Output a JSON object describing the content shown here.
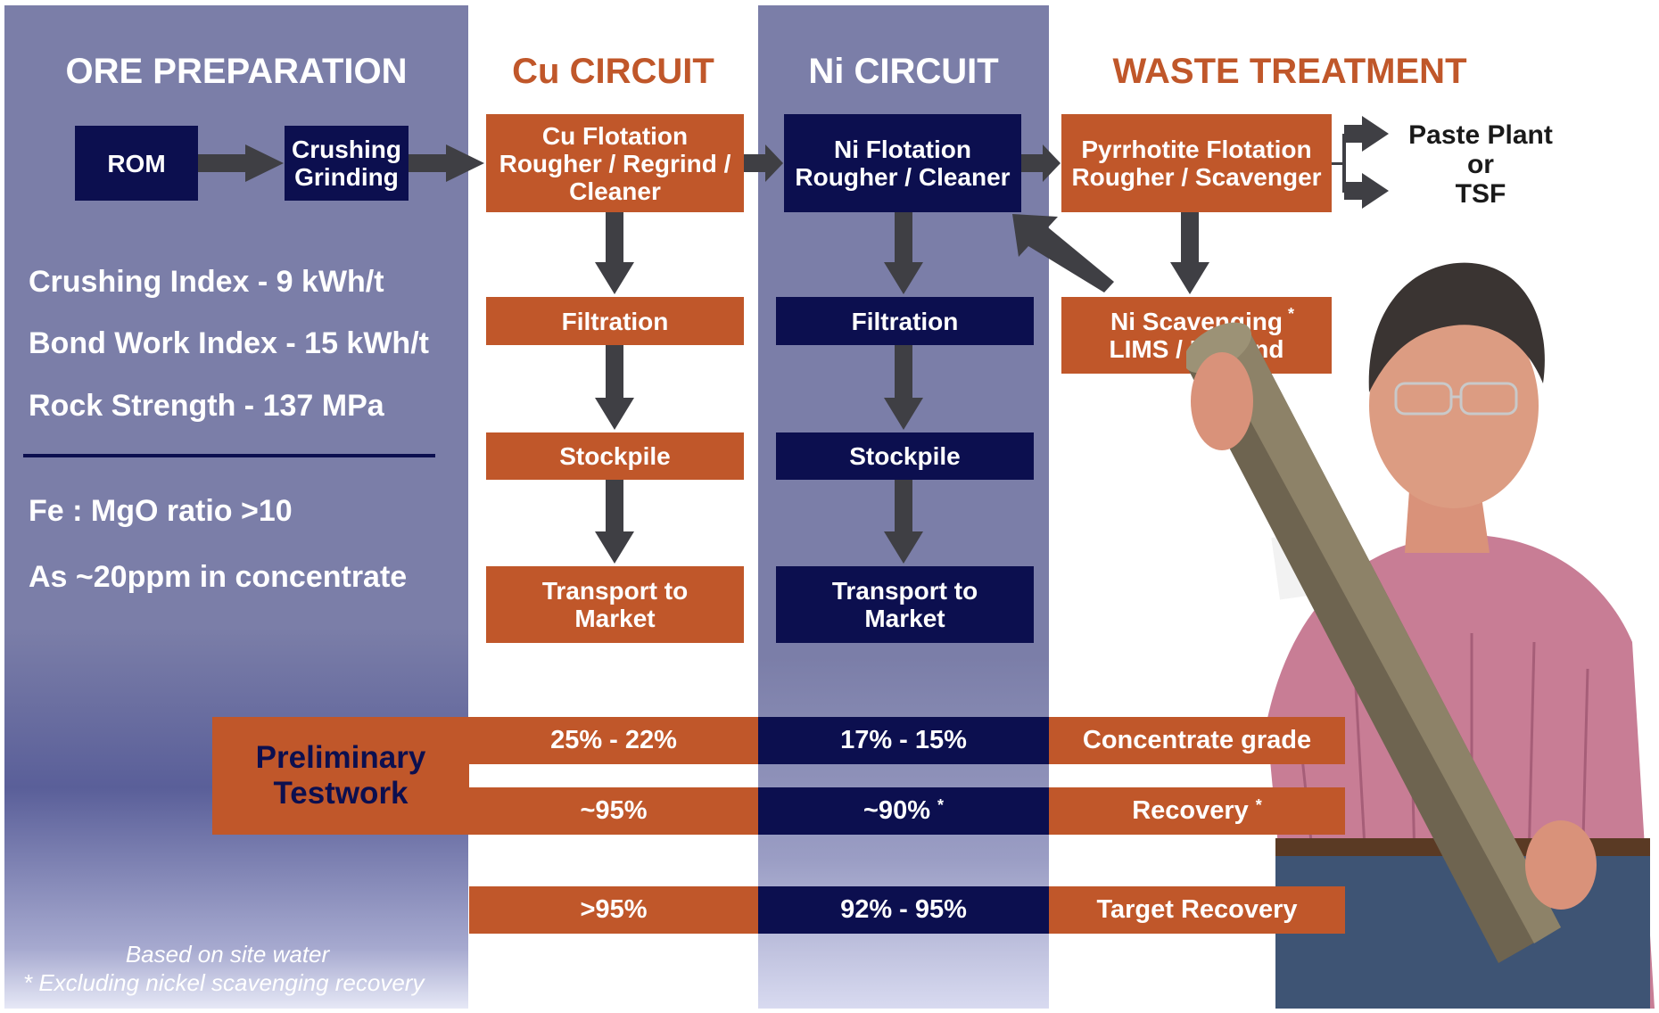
{
  "colors": {
    "orange": "#c0572a",
    "navy": "#0c0f4f",
    "lavender": "#7b7ea8",
    "white": "#ffffff"
  },
  "headers": {
    "ore": "ORE PREPARATION",
    "cu": "Cu CIRCUIT",
    "ni": "Ni CIRCUIT",
    "waste": "WASTE TREATMENT"
  },
  "ore_prep": {
    "rom": "ROM",
    "crushing": "Crushing\nGrinding",
    "stats": [
      "Crushing Index - 9 kWh/t",
      "Bond Work Index - 15 kWh/t",
      "Rock Strength - 137 MPa"
    ],
    "notes": [
      "Fe : MgO ratio >10",
      "As ~20ppm in concentrate"
    ]
  },
  "cu_circuit": {
    "flotation": "Cu Flotation\nRougher / Regrind /\nCleaner",
    "filtration": "Filtration",
    "stockpile": "Stockpile",
    "transport": "Transport to\nMarket"
  },
  "ni_circuit": {
    "flotation": "Ni Flotation\nRougher / Cleaner",
    "filtration": "Filtration",
    "stockpile": "Stockpile",
    "transport": "Transport to\nMarket"
  },
  "waste": {
    "pyrrhotite": "Pyrrhotite Flotation\nRougher / Scavenger",
    "ni_scavenging": "Ni Scavenging\nLIMS / Regrind",
    "ni_scavenging_mark": "*",
    "destination": "Paste Plant\nor\nTSF"
  },
  "testwork": {
    "label": "Preliminary\nTestwork",
    "rows": [
      {
        "cu": "25% - 22%",
        "ni": "17% - 15%",
        "ni_mark": "",
        "label": "Concentrate grade",
        "label_mark": ""
      },
      {
        "cu": "~95%",
        "ni": "~90%",
        "ni_mark": "*",
        "label": "Recovery",
        "label_mark": "*"
      }
    ],
    "target": {
      "cu": ">95%",
      "ni": "92% - 95%",
      "label": "Target Recovery"
    }
  },
  "footnotes": [
    "Based on site water",
    "* Excluding nickel scavenging recovery"
  ],
  "photo": {
    "icon": "person-holding-drill-core-photo"
  }
}
